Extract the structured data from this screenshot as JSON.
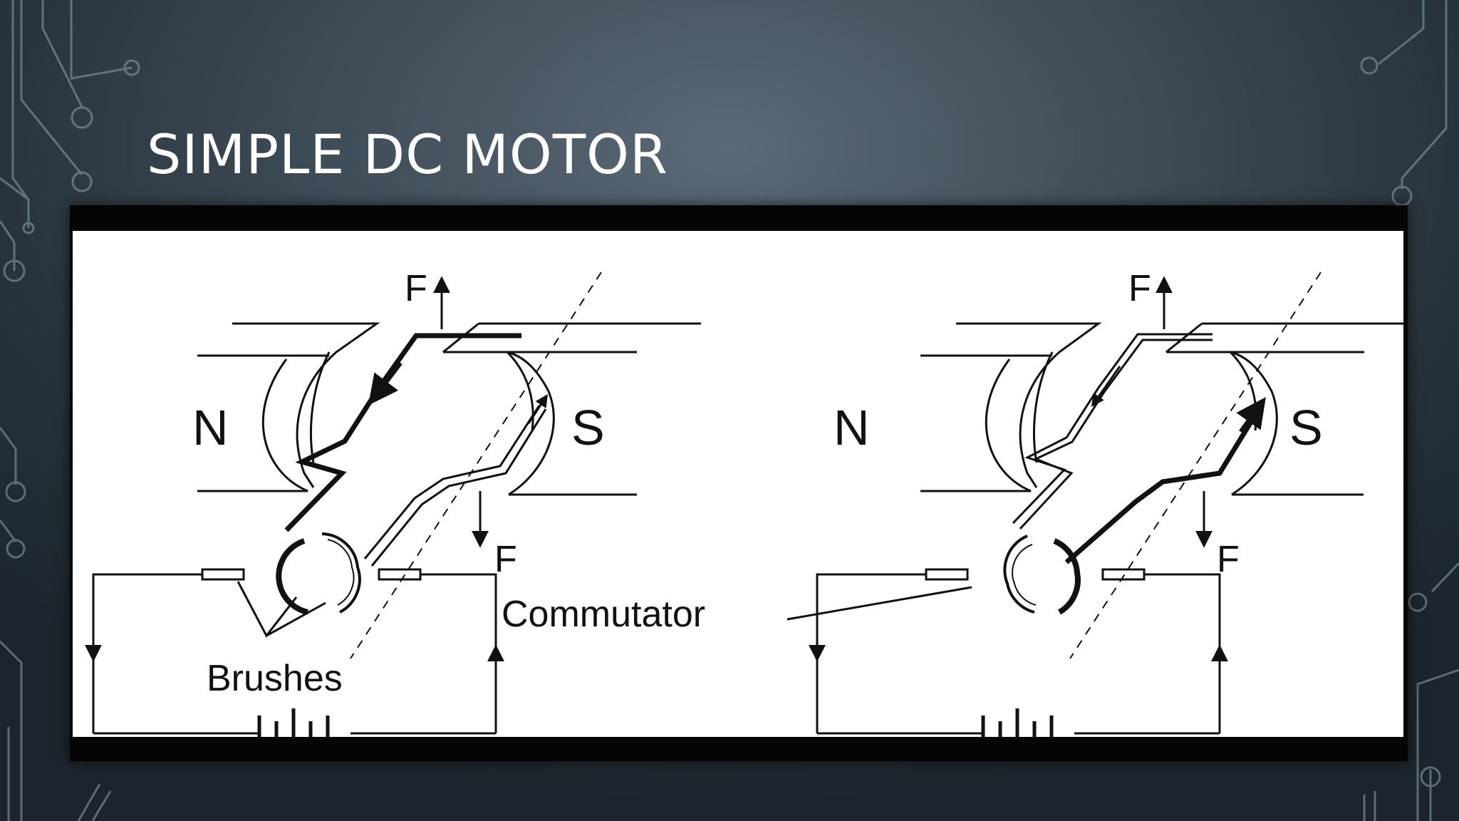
{
  "slide": {
    "title": "SIMPLE DC MOTOR"
  },
  "diagram": {
    "left": {
      "north_label": "N",
      "south_label": "S",
      "force_top_label": "F",
      "force_bottom_label": "F",
      "brushes_label": "Brushes"
    },
    "commutator_label": "Commutator",
    "right": {
      "north_label": "N",
      "south_label": "S",
      "force_top_label": "F",
      "force_bottom_label": "F"
    }
  },
  "colors": {
    "background": "#2f3b45",
    "title": "#ffffff",
    "diagram_ink": "#111111",
    "panel": "#ffffff",
    "frame": "#050505"
  }
}
